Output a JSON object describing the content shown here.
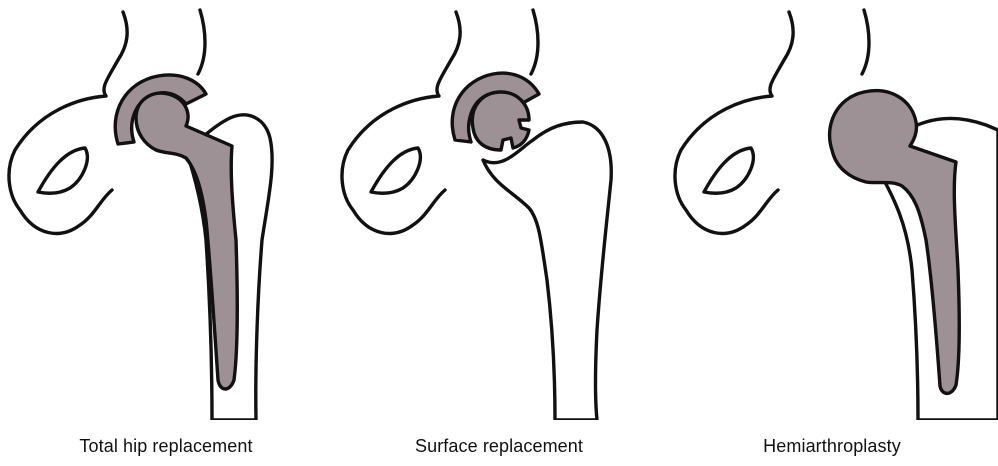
{
  "figure": {
    "fill_color": "#9d9196",
    "panels": [
      {
        "caption": "Total hip replacement"
      },
      {
        "caption": "Surface replacement"
      },
      {
        "caption": "Hemiarthroplasty"
      }
    ]
  }
}
